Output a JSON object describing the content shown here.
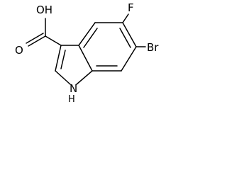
{
  "molecule": {
    "labels": {
      "carboxyl_oh": "OH",
      "carbonyl_o": "O",
      "fluorine": "F",
      "bromine": "Br",
      "ring_nh": "NH",
      "nh_hydrogen": "H",
      "ring_n": "N"
    }
  },
  "colors": {
    "bond": "#000000",
    "label": "#000000",
    "background": "#ffffff"
  }
}
